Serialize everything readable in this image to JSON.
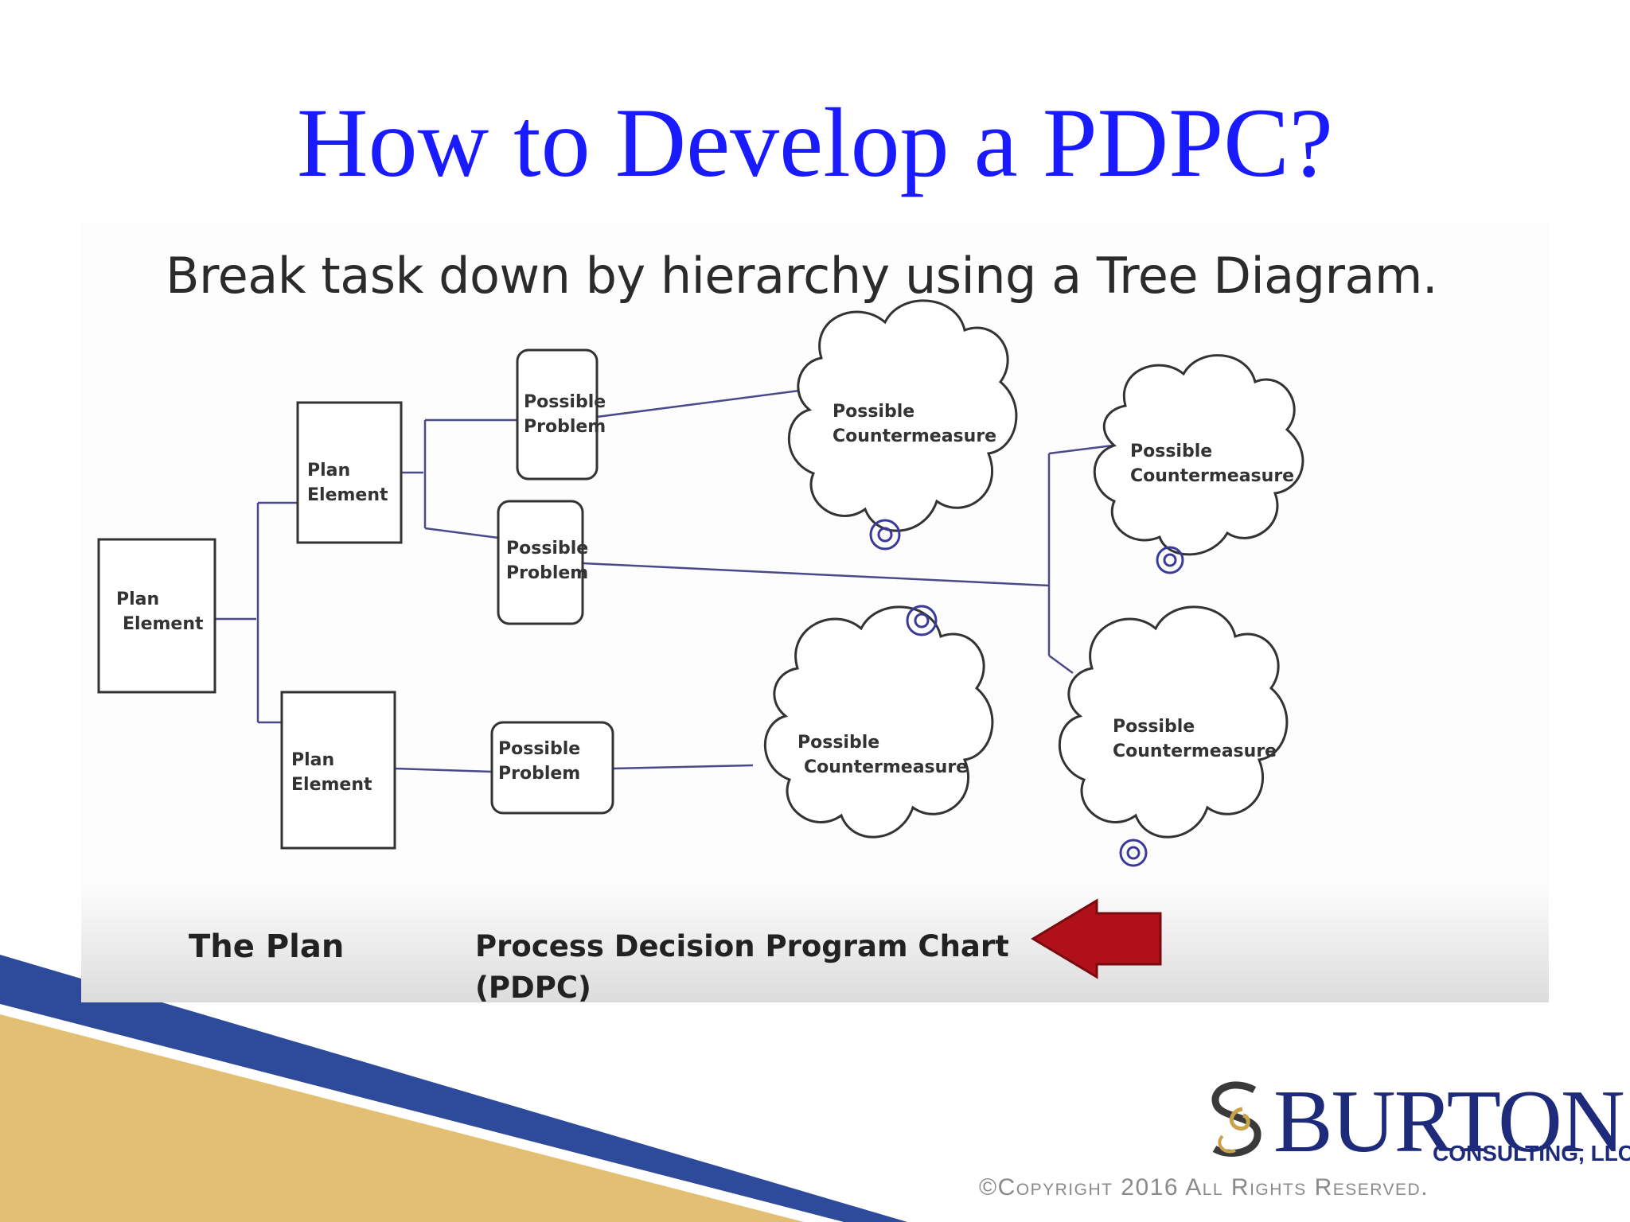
{
  "slide": {
    "title": "How to Develop a PDPC?"
  },
  "embedded": {
    "heading": "Break task down by hierarchy using a Tree Diagram.",
    "caption_left": "The Plan",
    "caption_right_line1": "Process Decision Program Chart",
    "caption_right_line2": "(PDPC)"
  },
  "diagram": {
    "nodes": [
      {
        "id": "plan-root",
        "shape": "rect",
        "lines": [
          "Plan",
          "Element"
        ]
      },
      {
        "id": "plan-upper",
        "shape": "rect",
        "lines": [
          "Plan",
          "Element"
        ]
      },
      {
        "id": "plan-lower",
        "shape": "rect",
        "lines": [
          "Plan",
          "Element"
        ]
      },
      {
        "id": "problem-a",
        "shape": "rounded-rect",
        "lines": [
          "Possible",
          "Problem"
        ]
      },
      {
        "id": "problem-b",
        "shape": "rounded-rect",
        "lines": [
          "Possible",
          "Problem"
        ]
      },
      {
        "id": "problem-c",
        "shape": "rounded-rect",
        "lines": [
          "Possible",
          "Problem"
        ]
      },
      {
        "id": "counter-a",
        "shape": "cloud",
        "lines": [
          "Possible",
          "Countermeasure"
        ]
      },
      {
        "id": "counter-b",
        "shape": "cloud",
        "lines": [
          "Possible",
          "Countermeasure"
        ]
      },
      {
        "id": "counter-c",
        "shape": "cloud",
        "lines": [
          "Possible",
          "Countermeasure"
        ]
      },
      {
        "id": "counter-d",
        "shape": "cloud",
        "lines": [
          "Possible",
          "Countermeasure"
        ]
      }
    ],
    "edges": [
      [
        "plan-root",
        "plan-upper"
      ],
      [
        "plan-root",
        "plan-lower"
      ],
      [
        "plan-upper",
        "problem-a"
      ],
      [
        "plan-upper",
        "problem-b"
      ],
      [
        "plan-lower",
        "problem-c"
      ],
      [
        "problem-a",
        "counter-a"
      ],
      [
        "problem-b",
        "counter-b"
      ],
      [
        "problem-b",
        "counter-d"
      ],
      [
        "problem-c",
        "counter-c"
      ]
    ],
    "colors": {
      "line": "#4a4a8a",
      "box": "#333333",
      "arrow": "#b01018"
    }
  },
  "logo": {
    "name": "BURTON",
    "subtitle": "CONSULTING, LLC"
  },
  "copyright": "©Copyright 2016 All Rights Reserved.",
  "colors": {
    "title": "#1a1aff",
    "chevron_blue": "#2d4a9b",
    "chevron_gold": "#e3bf73",
    "logo": "#1e2a7a"
  }
}
